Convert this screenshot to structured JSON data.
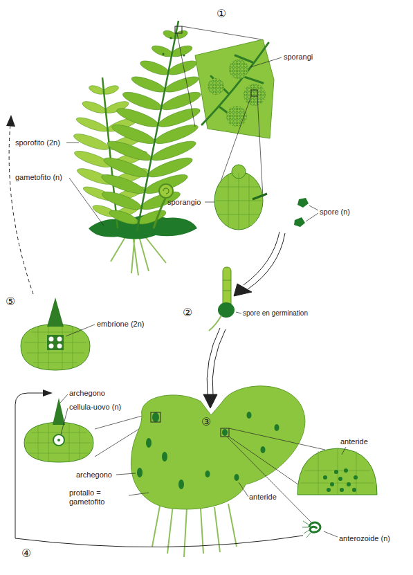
{
  "diagram": {
    "labels": [
      "①",
      "sporangi",
      "sporofito (2n)",
      "sporangio",
      "spore (n)",
      "gametofito (n)",
      "spore en germination",
      "②",
      "⑤",
      "embrione (2n)",
      "archegono",
      "cellula-uovo (n)",
      "③",
      "anteride",
      "archegono",
      "protallo = gametofito",
      "anteride",
      "anterozoide (n)",
      "④"
    ]
  }
}
